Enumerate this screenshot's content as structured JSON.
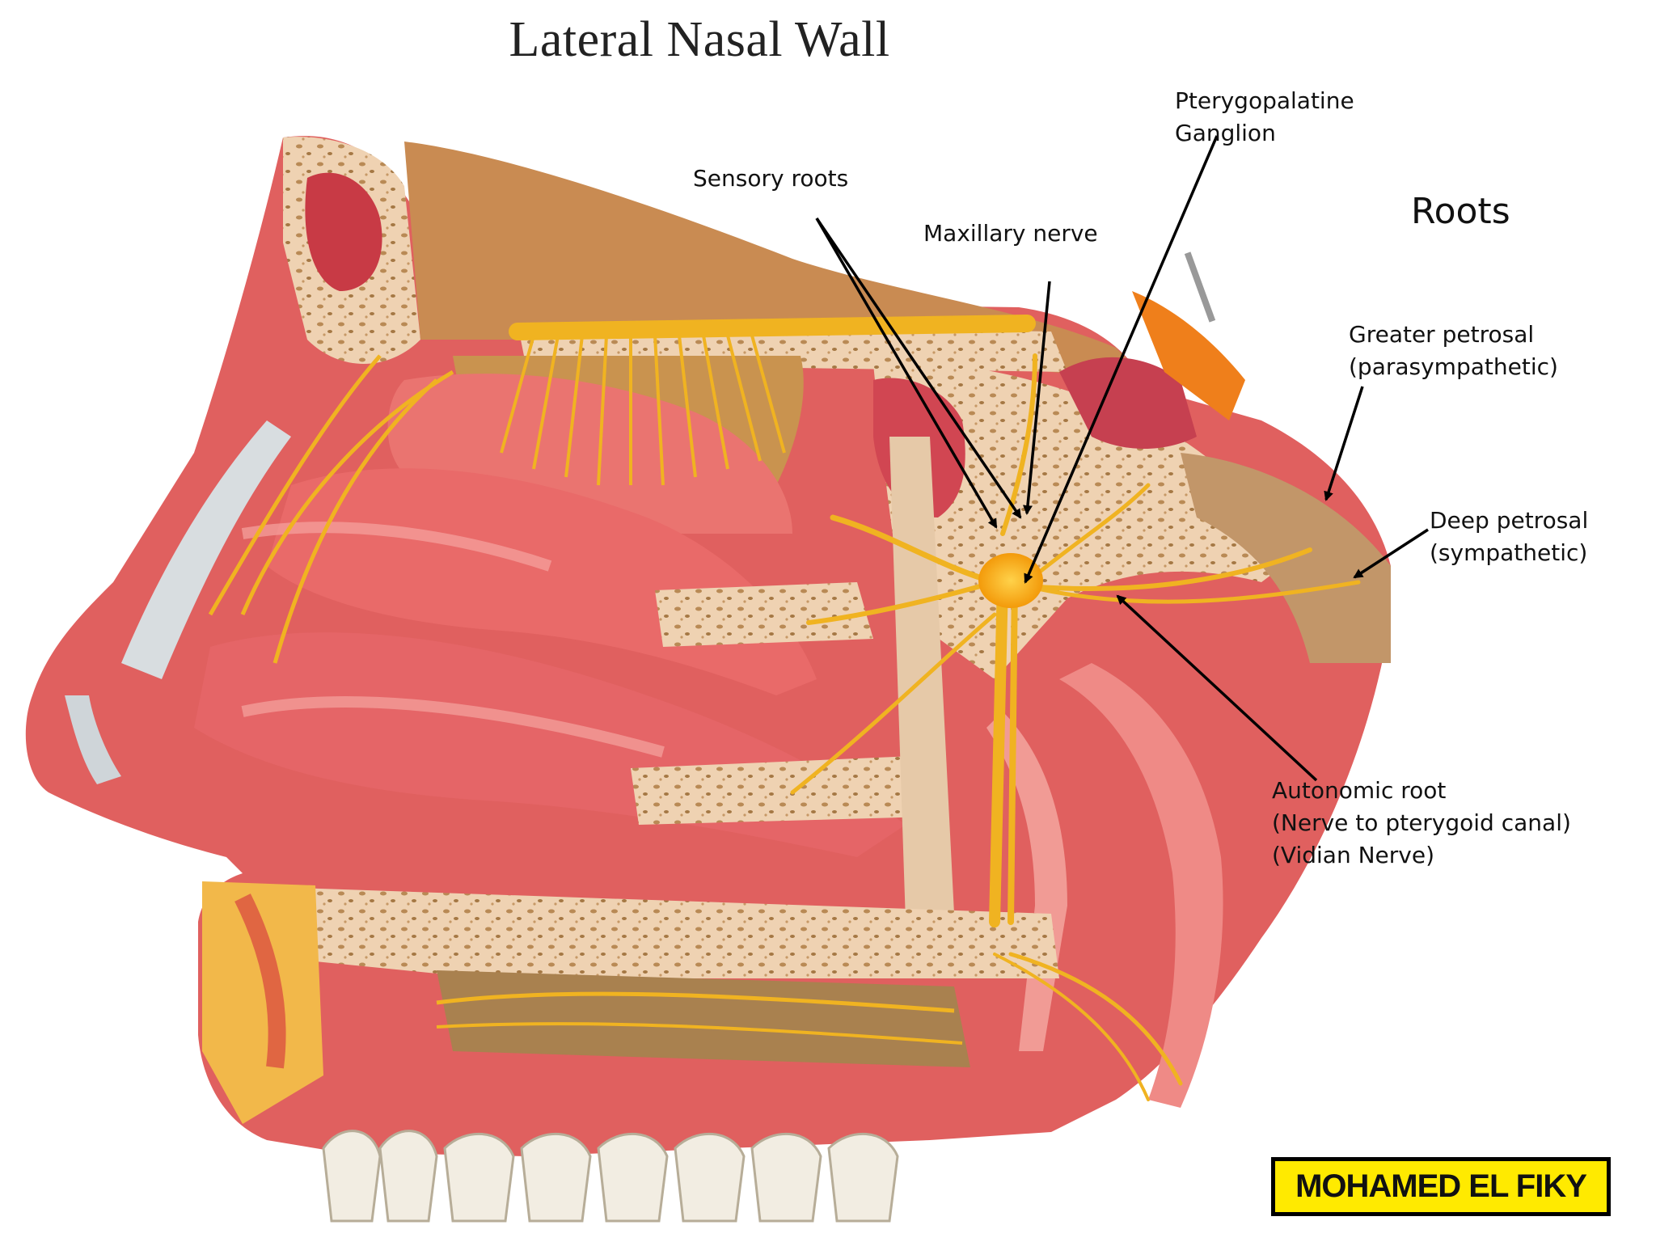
{
  "title": "Lateral Nasal Wall",
  "roots_heading": "Roots",
  "labels": {
    "sensory_roots": "Sensory roots",
    "maxillary_nerve": "Maxillary nerve",
    "pterygopalatine_ganglion": [
      "Pterygopalatine",
      "Ganglion"
    ],
    "greater_petrosal": [
      "Greater petrosal",
      "(parasympathetic)"
    ],
    "deep_petrosal": [
      "Deep petrosal",
      "(sympathetic)"
    ],
    "autonomic_root": [
      "Autonomic root",
      "(Nerve to pterygoid canal)",
      "(Vidian Nerve)"
    ]
  },
  "watermark": "MOHAMED EL FIKY",
  "colors": {
    "mucosa": "#e0605f",
    "mucosa_light": "#ef8a86",
    "bone": "#efd2b2",
    "bone_dots": "#b98a55",
    "nerve": "#f0b321",
    "ganglion": "#f5a20e",
    "watermark_bg": "#ffea00"
  }
}
